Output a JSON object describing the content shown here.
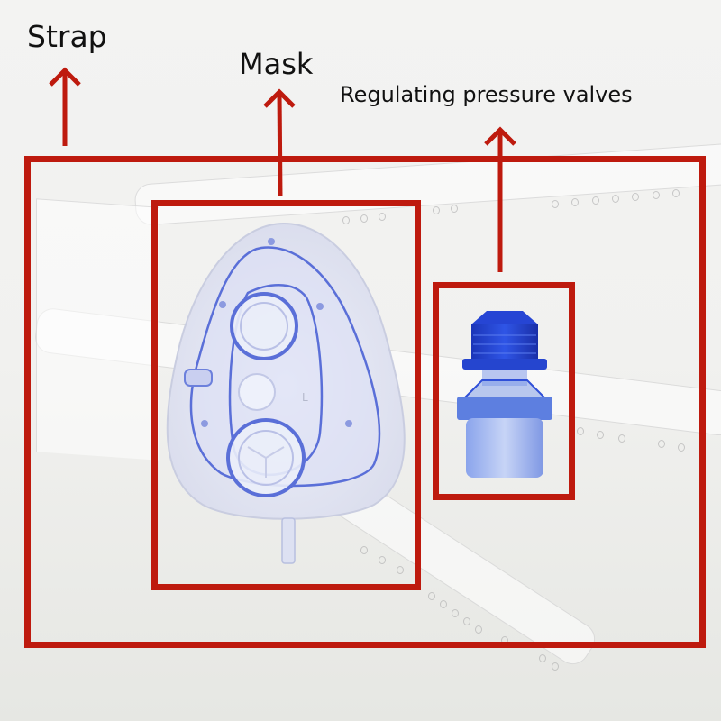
{
  "figure": {
    "background_color": "#f1f1ef",
    "annotation_color": "#be1a0e",
    "labels": {
      "strap": "Strap",
      "mask": "Mask",
      "valves": "Regulating pressure valves"
    },
    "boxes": [
      {
        "name": "strap-box",
        "label": "Strap"
      },
      {
        "name": "mask-box",
        "label": "Mask"
      },
      {
        "name": "valve-box",
        "label": "Regulating pressure valves"
      }
    ],
    "components": {
      "mask": {
        "color": "#5a6fd8",
        "marking": "L"
      },
      "valve": {
        "cap_color": "#1f3fd6",
        "body_color": "#6f8fe6"
      }
    }
  }
}
